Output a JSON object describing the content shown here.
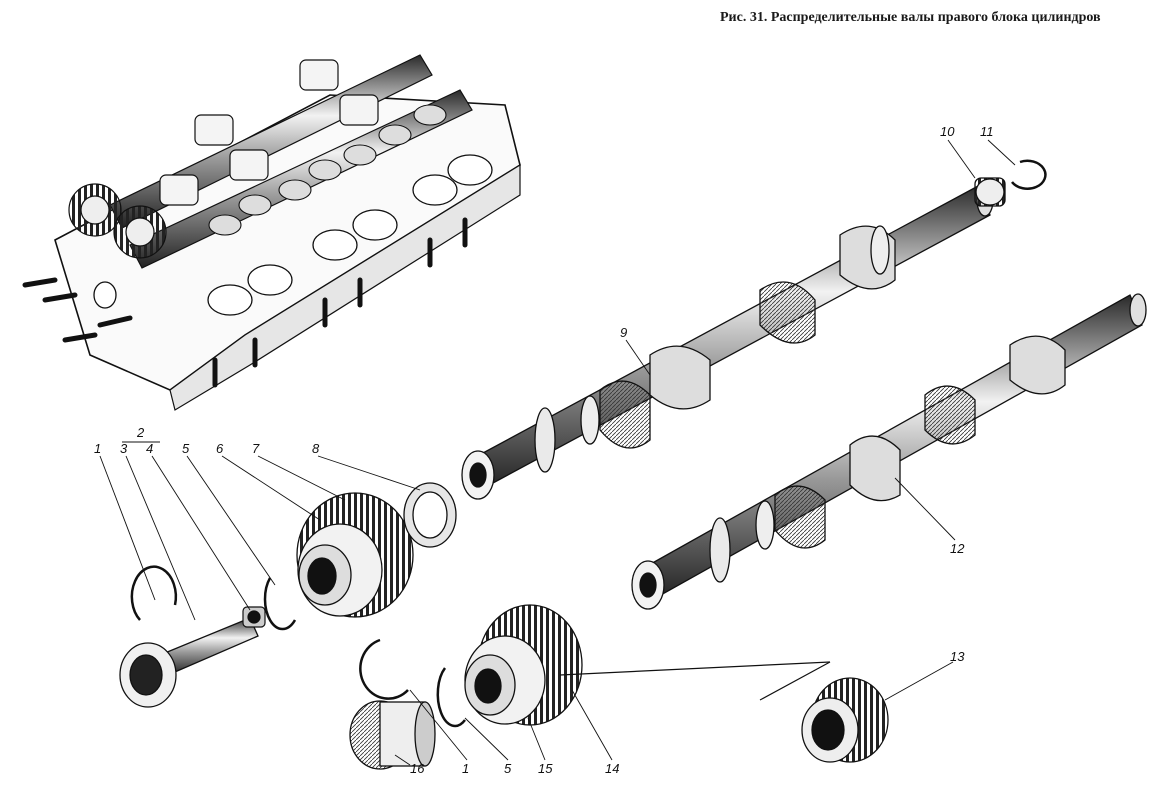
{
  "caption": "Рис. 31. Распределительные валы правого блока цилиндров",
  "callouts": [
    {
      "id": "1",
      "text": "1"
    },
    {
      "id": "2",
      "text": "2"
    },
    {
      "id": "3",
      "text": "3"
    },
    {
      "id": "4",
      "text": "4"
    },
    {
      "id": "5",
      "text": "5"
    },
    {
      "id": "6",
      "text": "6"
    },
    {
      "id": "7",
      "text": "7"
    },
    {
      "id": "8",
      "text": "8"
    },
    {
      "id": "9",
      "text": "9"
    },
    {
      "id": "10",
      "text": "10"
    },
    {
      "id": "11",
      "text": "11"
    },
    {
      "id": "12",
      "text": "12"
    },
    {
      "id": "13",
      "text": "13"
    },
    {
      "id": "14",
      "text": "14"
    },
    {
      "id": "15",
      "text": "15"
    },
    {
      "id": "16",
      "text": "16"
    },
    {
      "id": "1b",
      "text": "1"
    },
    {
      "id": "5b",
      "text": "5"
    }
  ]
}
